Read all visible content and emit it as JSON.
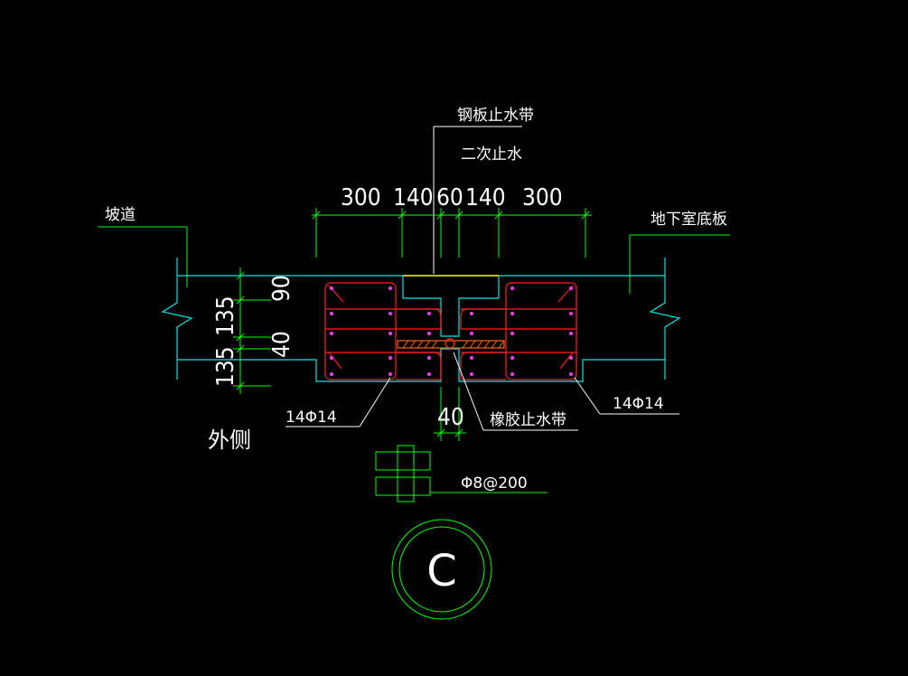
{
  "labels": {
    "steel_waterstop": "钢板止水带",
    "secondary_waterstop": "二次止水",
    "ramp": "坡道",
    "basement_floor": "地下室底板",
    "outside": "外侧",
    "rebar_left": "14Φ14",
    "rebar_right": "14Φ14",
    "rubber_waterstop": "橡胶止水带",
    "stirrup": "Φ8@200",
    "axis_label": "C"
  },
  "dimensions": {
    "top": [
      "300",
      "140",
      "60",
      "140",
      "300"
    ],
    "left": [
      "90",
      "135",
      "40",
      "135"
    ],
    "bottom_gap": "40"
  },
  "colors": {
    "background": "#000000",
    "dimension_lines": "#00ff00",
    "concrete_outline": "#00e5e5",
    "rebar": "#ff2020",
    "rebar_points": "#ff3cff",
    "steel_plate": "#ffff00",
    "text": "#ffffff"
  }
}
